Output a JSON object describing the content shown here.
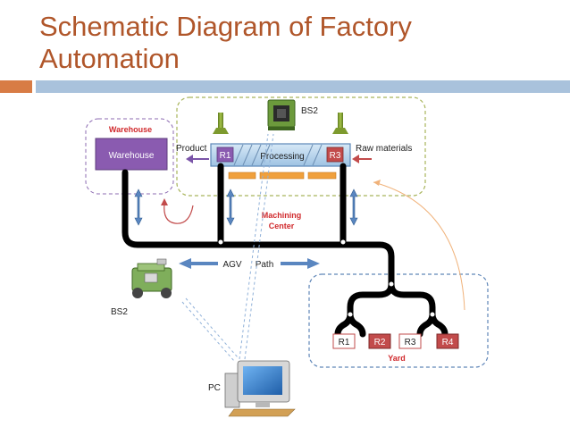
{
  "title": {
    "line1": "Schematic Diagram of Factory",
    "line2": "Automation"
  },
  "colors": {
    "title": "#b0562a",
    "accent_bar": "#d87c45",
    "divider_bar": "#a9c2dc",
    "track": "#000000",
    "machine_box": "#a9c9e6",
    "warehouse_box": "#8a5bb0",
    "red_label": "#d0292c",
    "raw_material_box": "#c24b4b",
    "dashed_green": "#a8b45a",
    "dashed_purple": "#8c6bb2",
    "dashed_blue": "#5f86b8"
  },
  "diagram": {
    "warehouse_region_label": "Warehouse",
    "warehouse_box_label": "Warehouse",
    "product_label": "Product",
    "raw_materials_label": "Raw materials",
    "bs2_top_label": "BS2",
    "processing_label": "Processing",
    "machine_slot_left": "R1",
    "machine_slot_right": "R3",
    "machining_center_line1": "Machining",
    "machining_center_line2": "Center",
    "agv_label": "AGV",
    "path_label": "Path",
    "robot_label": "BS2",
    "pc_label": "PC",
    "yard_label": "Yard",
    "yard_slots": [
      "R1",
      "R2",
      "R3",
      "R4"
    ],
    "icons": {
      "microcontroller": "chip-icon",
      "robot": "agv-robot-icon",
      "computer": "pc-icon",
      "lamp": "indicator-lamp-icon"
    }
  }
}
